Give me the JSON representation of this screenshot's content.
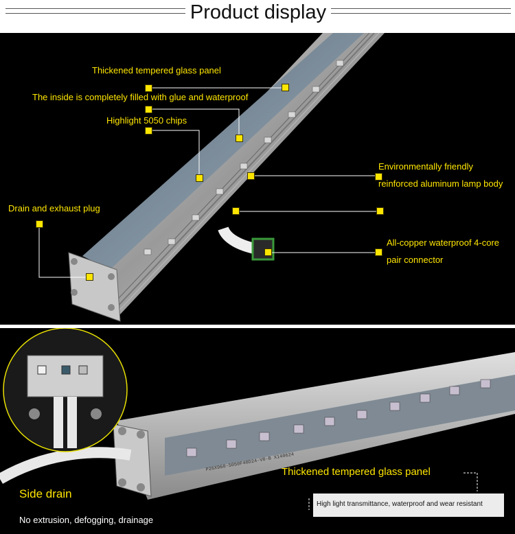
{
  "header": {
    "title": "Product display"
  },
  "top_panel": {
    "labels": {
      "glass_panel": "Thickened tempered glass panel",
      "glue": "The inside is completely filled with glue and waterproof",
      "chips": "Highlight 5050 chips",
      "drain_plug": "Drain and exhaust plug",
      "aluminum_1": "Environmentally friendly",
      "aluminum_2": "reinforced aluminum lamp body",
      "connector_1": "All-copper waterproof 4-core",
      "connector_2": "pair connector"
    }
  },
  "bottom_panel": {
    "pcb_print": "P26X960-5050F48D24-V8-B  X140624",
    "glass_panel": "Thickened tempered glass panel",
    "glass_info": "High light transmittance, waterproof and wear resistant",
    "side_drain": "Side drain",
    "side_drain_desc": "No extrusion, defogging, drainage"
  },
  "colors": {
    "accent": "#ffe600",
    "background": "#000000",
    "info_box": "#ececec"
  }
}
